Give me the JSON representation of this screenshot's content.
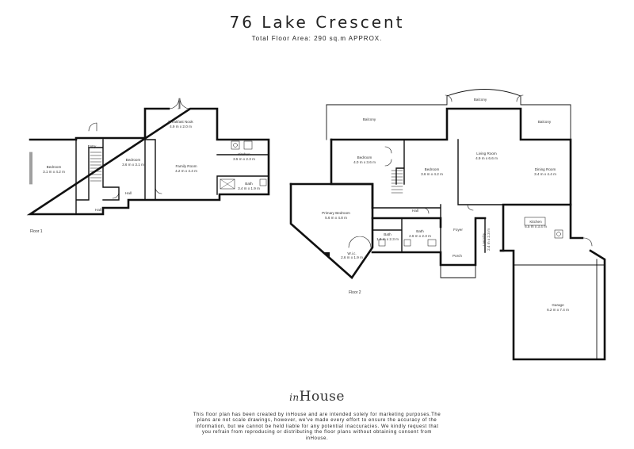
{
  "header": {
    "title": "76 Lake Crescent",
    "subtitle": "Total Floor Area: 290 sq.m APPROX."
  },
  "floor1": {
    "label": "Floor 1",
    "rooms": [
      {
        "name": "Bedroom",
        "dims": "3.1 m x 4.2 m"
      },
      {
        "name": "Entry",
        "dims": ""
      },
      {
        "name": "Bedroom",
        "dims": "3.6 m x 3.1 m"
      },
      {
        "name": "Breakfast Nook",
        "dims": "4.9 m x 2.0 m"
      },
      {
        "name": "Family Room",
        "dims": "4.2 m x 4.4 m"
      },
      {
        "name": "Kitchen",
        "dims": "3.5 m x 2.3 m"
      },
      {
        "name": "Bath",
        "dims": "3.4 m x 1.9 m"
      },
      {
        "name": "Hall",
        "dims": ""
      },
      {
        "name": "Hall",
        "dims": ""
      }
    ]
  },
  "floor2": {
    "label": "Floor 2",
    "rooms": [
      {
        "name": "Balcony",
        "dims": ""
      },
      {
        "name": "Balcony",
        "dims": ""
      },
      {
        "name": "Balcony",
        "dims": ""
      },
      {
        "name": "Bedroom",
        "dims": "4.0 m x 3.6 m"
      },
      {
        "name": "Bedroom",
        "dims": "3.6 m x 4.2 m"
      },
      {
        "name": "Living Room",
        "dims": "4.9 m x 6.6 m"
      },
      {
        "name": "Dining Room",
        "dims": "3.4 m x 4.4 m"
      },
      {
        "name": "Primary Bedroom",
        "dims": "5.6 m x 4.8 m"
      },
      {
        "name": "Hall",
        "dims": ""
      },
      {
        "name": "Bath",
        "dims": "1.9 m x 2.3 m"
      },
      {
        "name": "Bath",
        "dims": "2.6 m x 2.3 m"
      },
      {
        "name": "Foyer",
        "dims": ""
      },
      {
        "name": "Kitchen",
        "dims": "6.5 m x 3.4 m"
      },
      {
        "name": "Laundry",
        "dims": "2.4 m x 2.3 m"
      },
      {
        "name": "W.i.c.",
        "dims": "2.6 m x 1.9 m"
      },
      {
        "name": "Porch",
        "dims": ""
      },
      {
        "name": "Garage",
        "dims": "6.2 m x 7.4 m"
      }
    ]
  },
  "brand": {
    "prefix": "in",
    "name": "House"
  },
  "disclaimer": "This floor plan has been created by inHouse and are intended solely for marketing purposes.The plans are not scale drawings, however, we've made every effort to ensure the accuracy of the information, but we cannot be held liable for any potential inaccuracies. We kindly request that you refrain from reproducing or distributing the floor plans without obtaining consent from inHouse."
}
